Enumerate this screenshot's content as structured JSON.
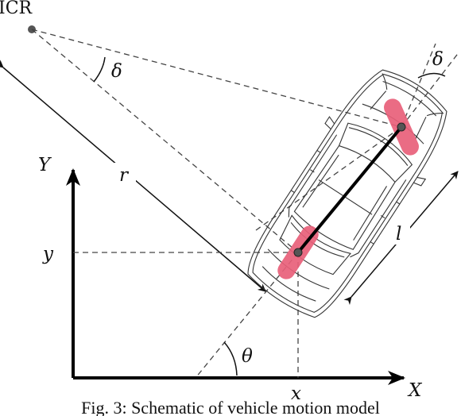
{
  "figure": {
    "caption": "Fig. 3: Schematic of vehicle motion model",
    "labels": {
      "icr": "ICR",
      "delta_left": "δ",
      "delta_right": "δ",
      "r": "r",
      "Y": "Y",
      "y": "y",
      "X": "X",
      "x": "x",
      "theta": "θ",
      "l": "l"
    },
    "colors": {
      "wheel_highlight": "#e8607a",
      "axis": "#000000",
      "dashed": "#444444",
      "icr_point": "#555555"
    }
  }
}
